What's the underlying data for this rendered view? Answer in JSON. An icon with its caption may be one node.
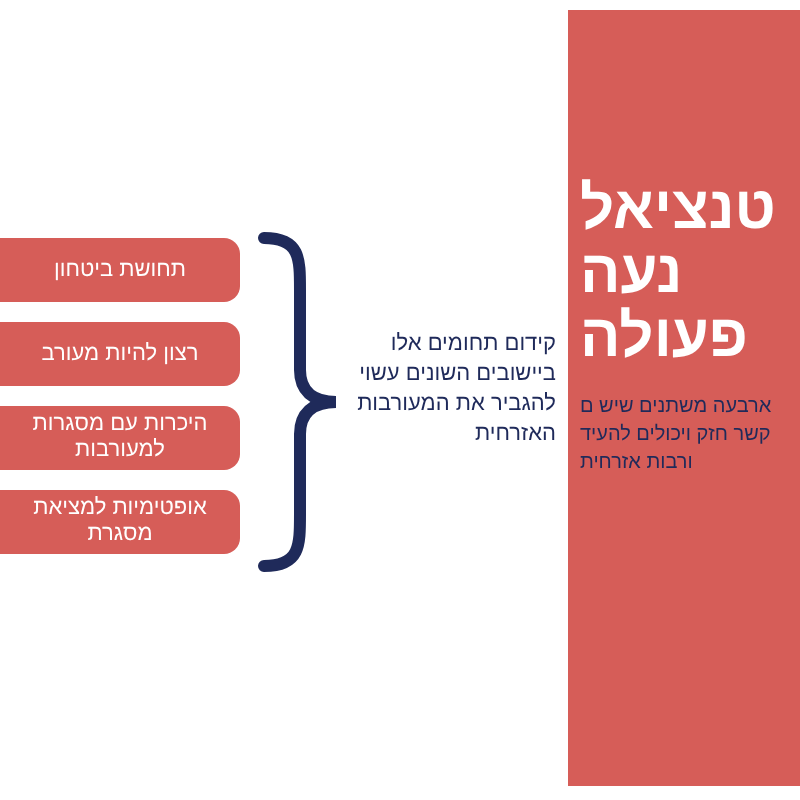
{
  "diagram": {
    "nodes": [
      {
        "text": [
          "תחושת ביטחון"
        ]
      },
      {
        "text": [
          "רצון להיות מעורב"
        ]
      },
      {
        "text": [
          "היכרות עם מסגרות למעורבות"
        ]
      },
      {
        "text": [
          "אופטימיות למציאת מסגרת"
        ]
      },
      {
        "text": [
          "טנציאל נעה פעולה",
          "ארבעה משתנים שיש ם קשר חזק ויכולים להעיד ורבות אזרחית"
        ]
      }
    ],
    "labels": [
      "קידום תחומים אלו ביישובים השונים עשוי להגביר את המעורבות האזרחית"
    ]
  }
}
